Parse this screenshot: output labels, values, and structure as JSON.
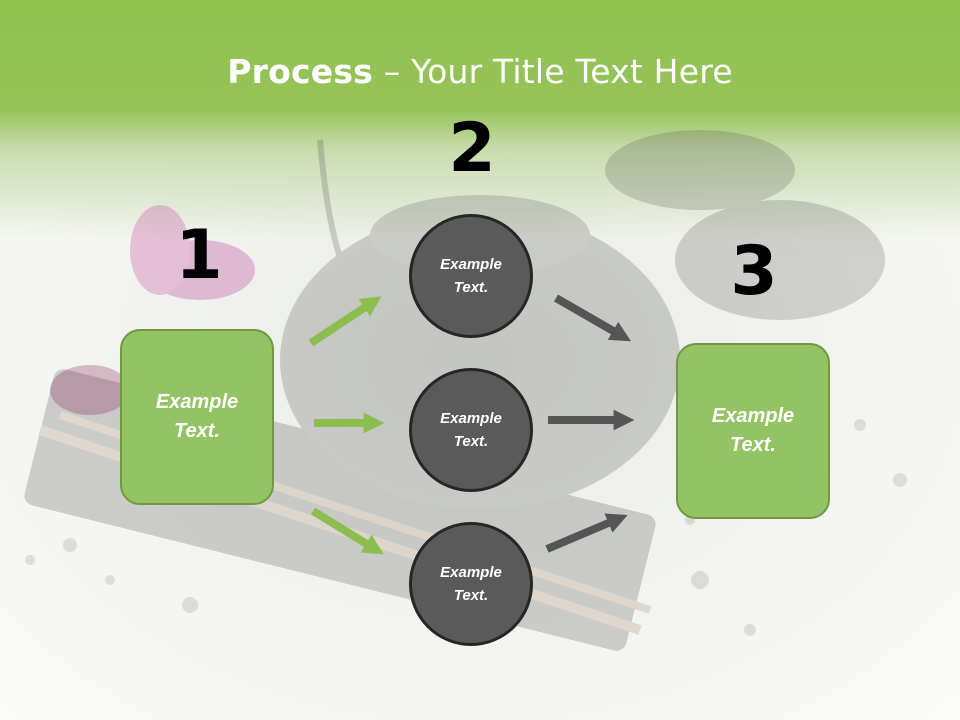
{
  "title": {
    "bold": "Process",
    "rest": " – Your Title Text Here"
  },
  "steps": [
    {
      "number": "1",
      "label": "Example\nText."
    },
    {
      "number": "2",
      "circles": [
        "Example\nText.",
        "Example\nText.",
        "Example\nText."
      ]
    },
    {
      "number": "3",
      "label": "Example\nText."
    }
  ],
  "colors": {
    "header_green": "#97c45a",
    "box_green": "#93c363",
    "circle_gray": "#5a5a5a",
    "arrow_green": "#8cbd4f",
    "arrow_gray": "#555555"
  }
}
